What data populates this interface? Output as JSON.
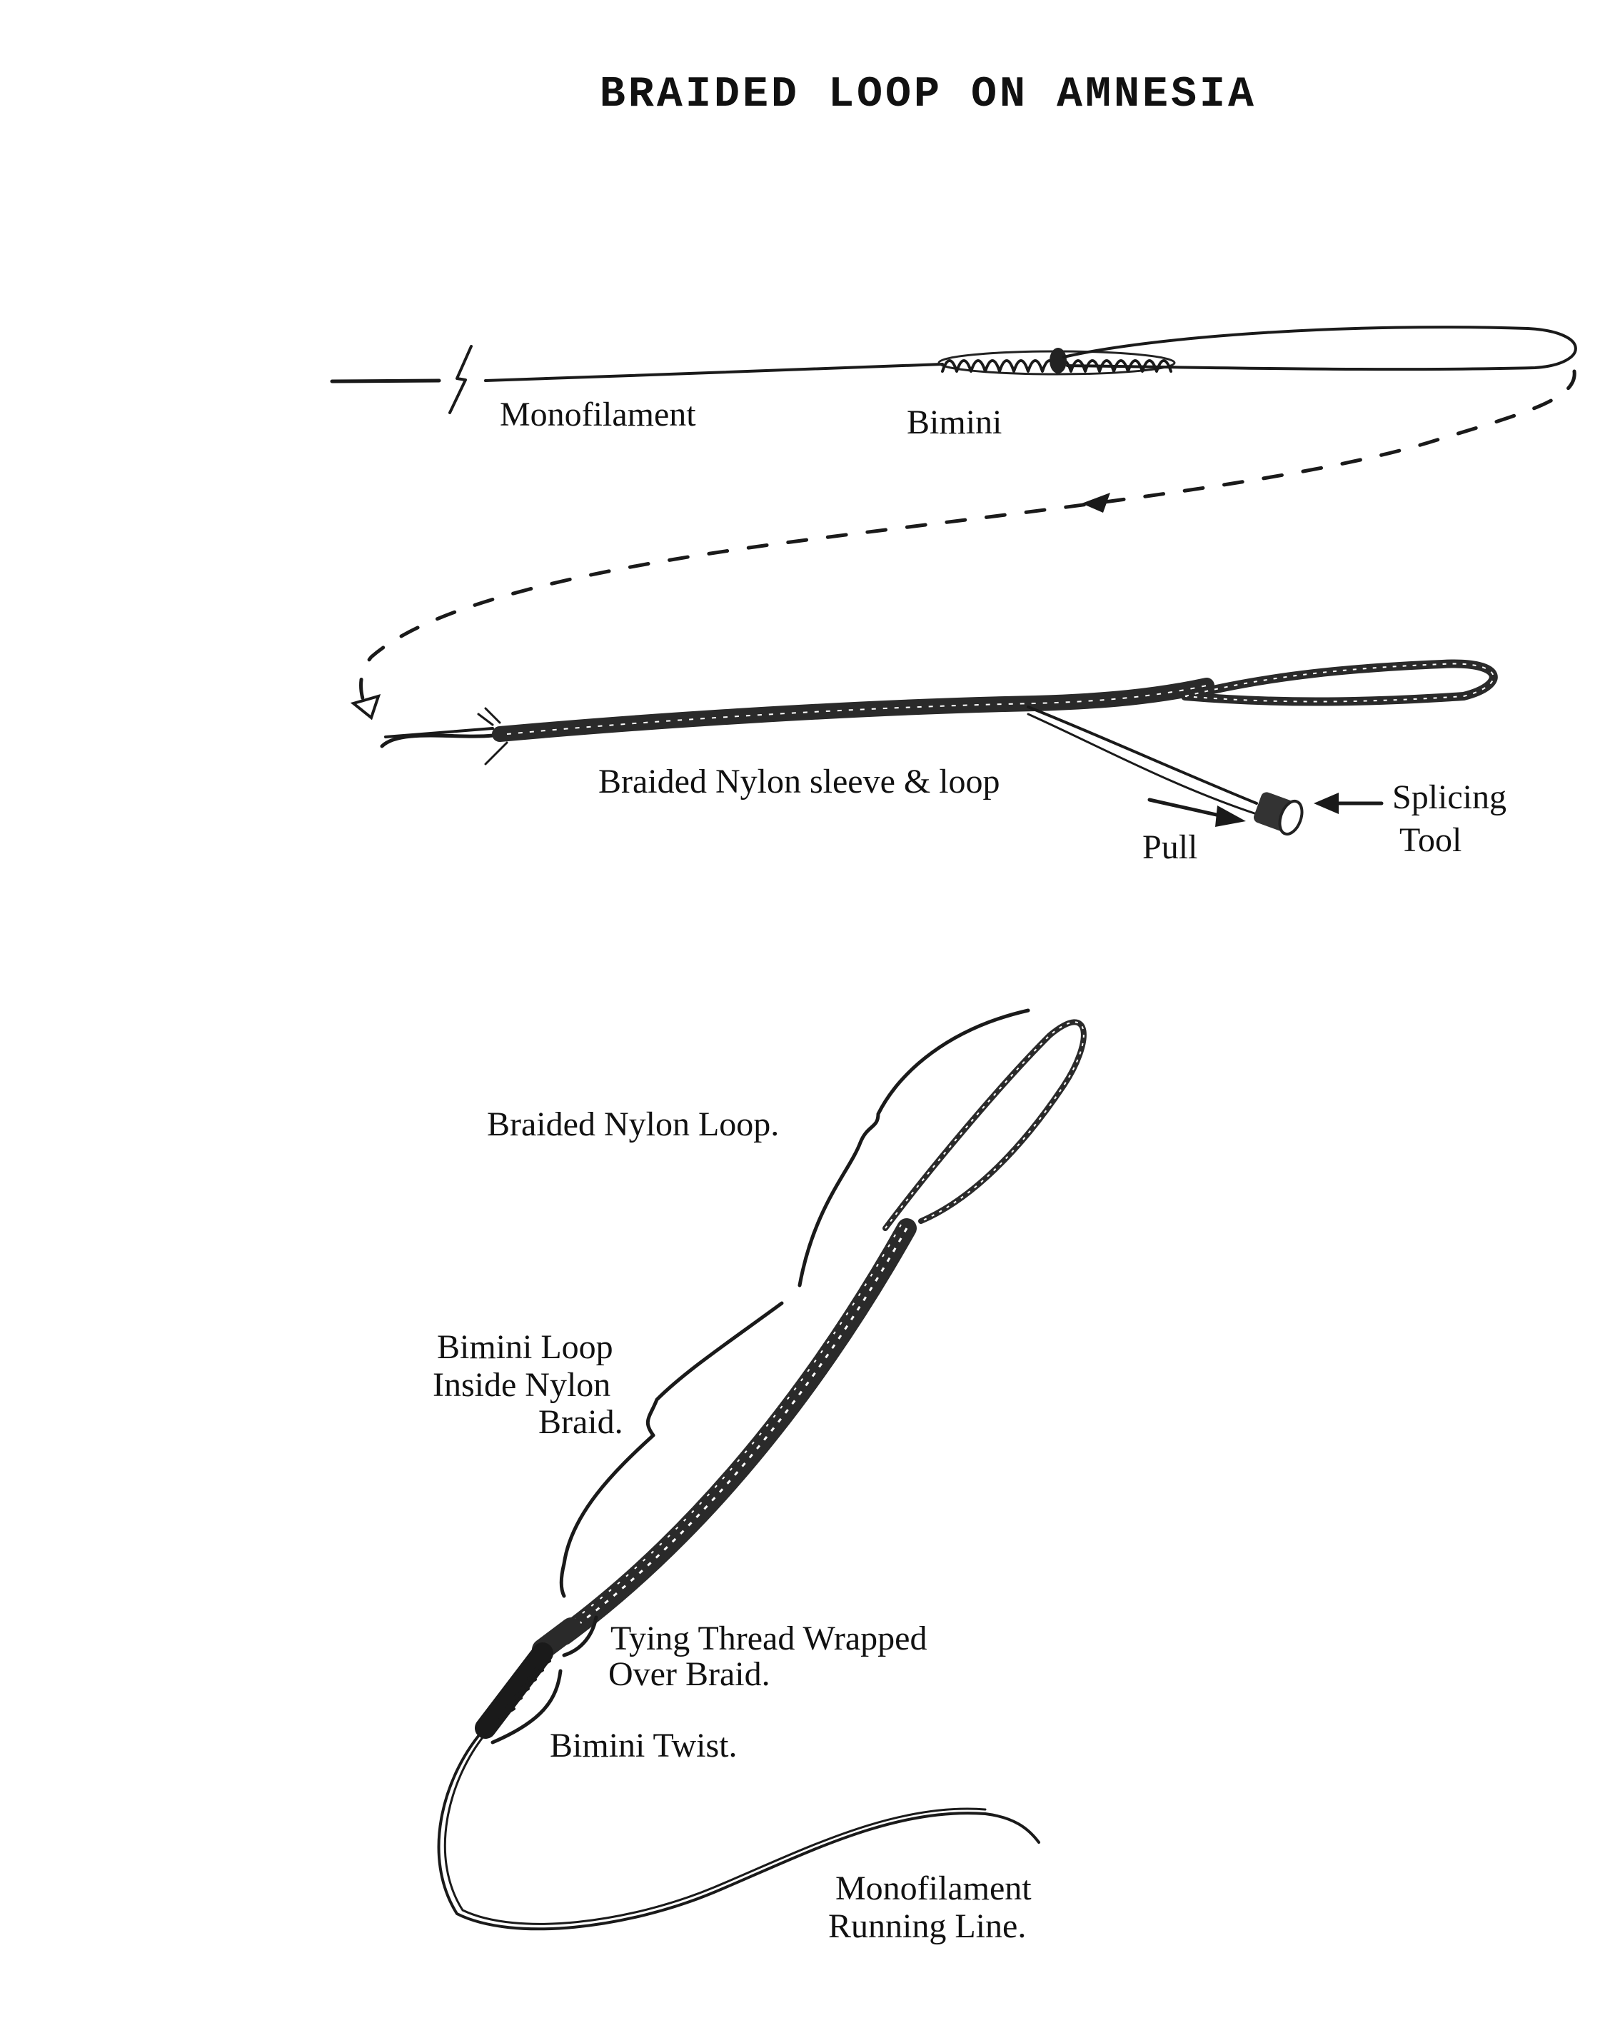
{
  "title": "BRAIDED LOOP ON AMNESIA",
  "fig1": {
    "monofilament_label": "Monofilament",
    "bimini_label": "Bimini",
    "sleeve_label": "Braided Nylon sleeve & loop",
    "pull_label": "Pull",
    "splicing_tool_label_1": "Splicing",
    "splicing_tool_label_2": "Tool"
  },
  "fig2": {
    "nylon_loop_label": "Braided Nylon Loop.",
    "bimini_inside_1": "Bimini Loop",
    "bimini_inside_2": "Inside Nylon",
    "bimini_inside_3": "Braid.",
    "thread_1": "Tying Thread Wrapped",
    "thread_2": "Over Braid.",
    "bimini_twist": "Bimini Twist.",
    "running_line_1": "Monofilament",
    "running_line_2": "Running Line."
  }
}
